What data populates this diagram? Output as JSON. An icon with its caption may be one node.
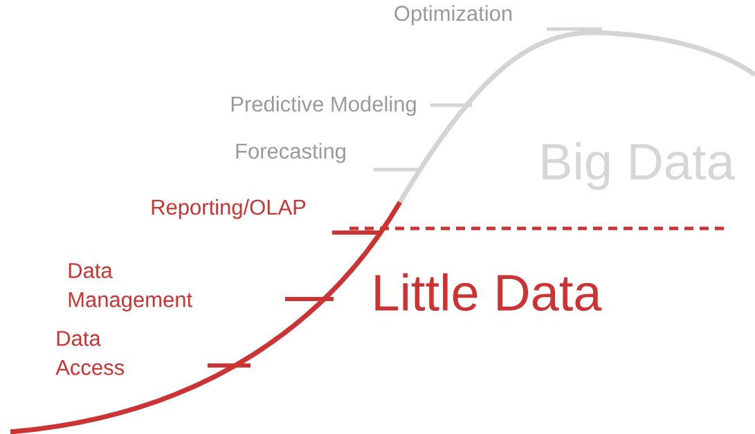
{
  "diagram": {
    "labels": [
      "Optimization",
      "Predictive Modeling",
      "Forecasting",
      "Big Data",
      "Reporting/OLAP",
      "Data Management",
      "Little Data",
      "Data Access"
    ]
  }
}
